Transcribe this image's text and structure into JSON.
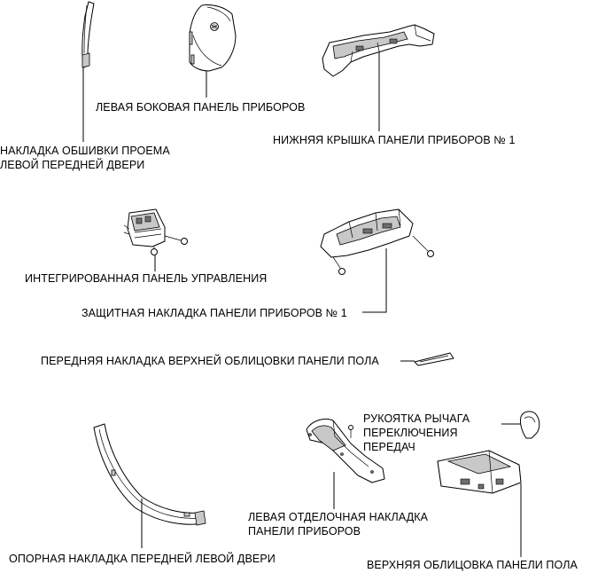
{
  "labels": {
    "door_trim": [
      "НАКЛАДКА ОБШИВКИ ПРОЕМА",
      "ЛЕВОЙ ПЕРЕДНЕЙ ДВЕРИ"
    ],
    "side_panel": "ЛЕВАЯ БОКОВАЯ ПАНЕЛЬ ПРИБОРОВ",
    "lower_cover": "НИЖНЯЯ КРЫШКА ПАНЕЛИ ПРИБОРОВ № 1",
    "integrated_panel": "ИНТЕГРИРОВАННАЯ ПАНЕЛЬ УПРАВЛЕНИЯ",
    "protective_trim": "ЗАЩИТНАЯ НАКЛАДКА ПАНЕЛИ ПРИБОРОВ № 1",
    "front_floor_trim": "ПЕРЕДНЯЯ НАКЛАДКА ВЕРХНЕЙ ОБЛИЦОВКИ ПАНЕЛИ ПОЛА",
    "shift_knob": [
      "РУКОЯТКА РЫЧАГА",
      "ПЕРЕКЛЮЧЕНИЯ",
      "ПЕРЕДАЧ"
    ],
    "left_finish_trim": [
      "ЛЕВАЯ ОТДЕЛОЧНАЯ НАКЛАДКА",
      "ПАНЕЛИ ПРИБОРОВ"
    ],
    "door_scuff": "ОПОРНАЯ НАКЛАДКА ПЕРЕДНЕЙ ЛЕВОЙ ДВЕРИ",
    "upper_console": "ВЕРХНЯЯ ОБЛИЦОВКА ПАНЕЛИ ПОЛА"
  }
}
